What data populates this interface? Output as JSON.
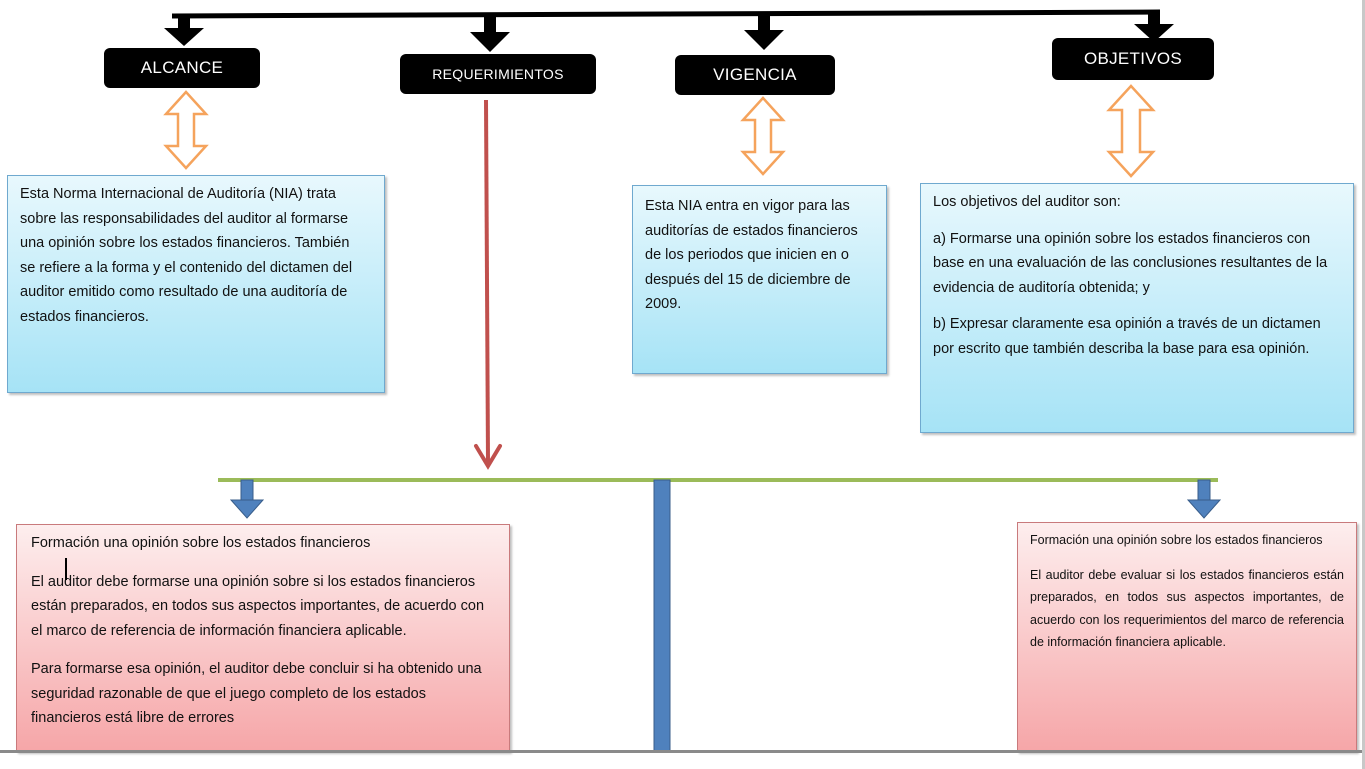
{
  "headers": {
    "alcance": "ALCANCE",
    "requerimientos": "REQUERIMIENTOS",
    "vigencia": "VIGENCIA",
    "objetivos": "OBJETIVOS"
  },
  "alcance_box": {
    "text": "Esta Norma Internacional de Auditoría (NIA) trata sobre las responsabilidades del auditor al formarse una opinión sobre los estados financieros. También se refiere a la forma y el contenido del dictamen del auditor emitido como resultado de una auditoría de estados financieros."
  },
  "vigencia_box": {
    "text": "Esta NIA entra en vigor para las auditorías de estados financieros de los periodos que inicien en o después del 15 de diciembre de 2009."
  },
  "objetivos_box": {
    "intro": "Los objetivos del auditor son:",
    "item_a": "a) Formarse una opinión sobre los estados financieros con base en una evaluación de las conclusiones resultantes de la evidencia de auditoría obtenida; y",
    "item_b": "b) Expresar claramente esa opinión a través de un dictamen por escrito que también describa la base para esa opinión."
  },
  "req_left_box": {
    "title": "Formación una opinión sobre los estados financieros",
    "para1": "El auditor debe formarse una opinión sobre si los estados financieros están preparados, en todos sus aspectos importantes, de acuerdo con el marco de referencia de información financiera aplicable.",
    "para2": "Para formarse esa opinión, el auditor debe concluir si ha obtenido una seguridad razonable de que el juego completo de los estados financieros está libre de errores"
  },
  "req_right_box": {
    "title": "Formación una opinión sobre los estados financieros",
    "para1": "El auditor debe evaluar si los estados financieros están preparados, en todos sus aspectos importantes, de acuerdo con los requerimientos del marco de referencia de información financiera aplicable."
  },
  "colors": {
    "header_bg": "#000000",
    "double_arrow": "#f5a35c",
    "red_arrow": "#c0504d",
    "green_bar": "#9bbb59",
    "blue_arrow": "#4f81bd",
    "blue_box": "#a6e3f6",
    "red_box": "#f6a6a8"
  }
}
